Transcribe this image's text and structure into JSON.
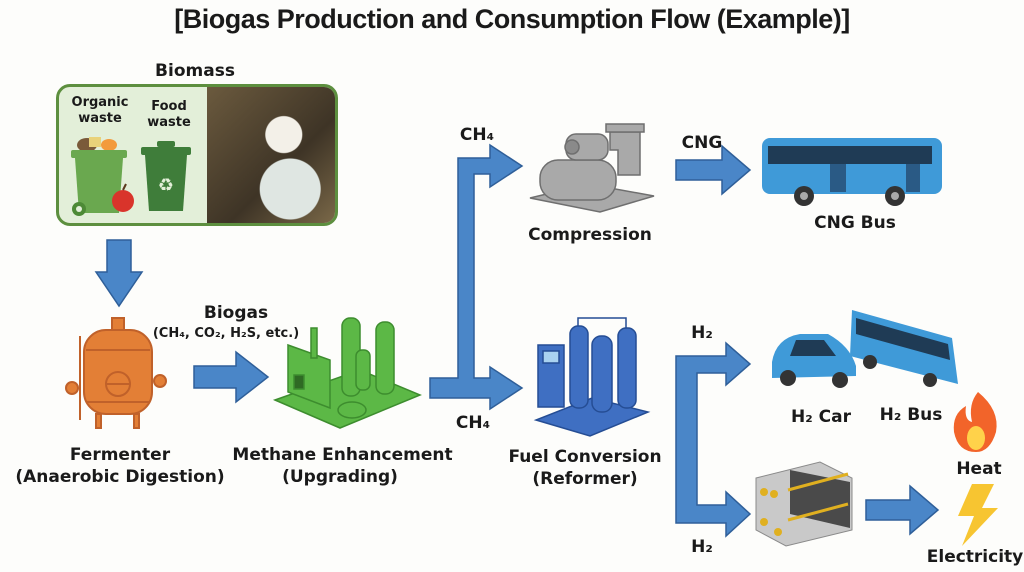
{
  "title": "[Biogas Production and Consumption Flow (Example)]",
  "biomass": {
    "heading": "Biomass",
    "organic_waste": "Organic waste",
    "food_waste": "Food waste"
  },
  "stages": {
    "fermenter": {
      "line1": "Fermenter",
      "line2": "(Anaerobic Digestion)"
    },
    "upgrading": {
      "line1": "Methane Enhancement",
      "line2": "(Upgrading)"
    },
    "compression": {
      "line1": "Compression"
    },
    "reformer": {
      "line1": "Fuel Conversion",
      "line2": "(Reformer)"
    }
  },
  "flows": {
    "biogas": "Biogas",
    "biogas_composition": "(CH₄, CO₂, H₂S, etc.)",
    "ch4_top": "CH₄",
    "ch4_bottom": "CH₄",
    "cng": "CNG",
    "h2_top": "H₂",
    "h2_bottom": "H₂"
  },
  "end_uses": {
    "cng_bus": "CNG Bus",
    "h2_car": "H₂ Car",
    "h2_bus": "H₂ Bus",
    "heat": "Heat",
    "electricity": "Electricity"
  },
  "colors": {
    "arrow": "#4a86c8",
    "arrow_border": "#2f5f99",
    "fermenter": "#e37f36",
    "upgrading": "#5cb846",
    "compressor": "#a9a9a9",
    "reformer": "#3f6fc2",
    "vehicle": "#3f9ad8"
  }
}
